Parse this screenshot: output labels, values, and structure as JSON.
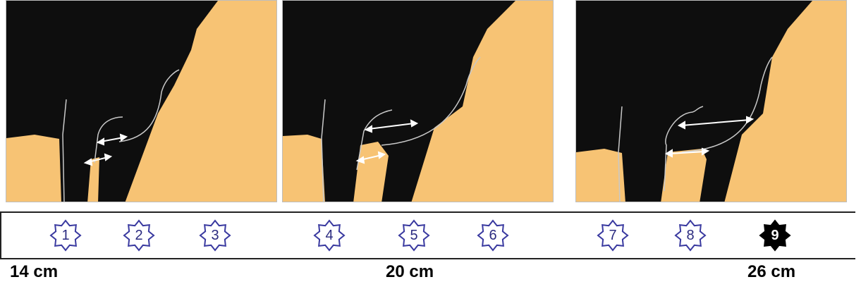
{
  "colors": {
    "animal": "#0e0e0e",
    "background": "#f7c374",
    "leg_outline": "#c8c8c8",
    "arrow": "#ffffff",
    "star_outline": "#3a3aa0",
    "star_active_fill": "#000000"
  },
  "panels": [
    {
      "name": "panel-narrow"
    },
    {
      "name": "panel-medium"
    },
    {
      "name": "panel-wide"
    }
  ],
  "scale": {
    "scores": [
      "1",
      "2",
      "3",
      "4",
      "5",
      "6",
      "7",
      "8",
      "9"
    ],
    "selected_score": "9",
    "labels": [
      "14 cm",
      "20 cm",
      "26 cm"
    ]
  }
}
